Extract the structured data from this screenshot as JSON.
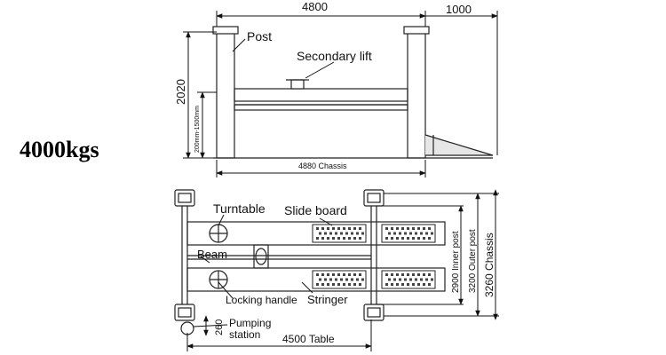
{
  "capacity": "4000kgs",
  "side_view": {
    "width_top": "4800",
    "extra_top": "1000",
    "height": "2020",
    "lift_range": "200mm-1500mm",
    "post_label": "Post",
    "secondary_lift_label": "Secondary lift",
    "chassis_label": "4880 Chassis"
  },
  "top_view": {
    "turntable_label": "Turntable",
    "slide_board_label": "Slide board",
    "beam_label": "Beam",
    "locking_handle_label": "Locking handle",
    "stringer_label": "Stringer",
    "pumping_label_1": "Pumping",
    "pumping_label_2": "station",
    "pump_dim": "260",
    "table_label": "4500 Table",
    "inner_post_label": "2900 Inner post",
    "outer_post_label": "3200 Outer post",
    "chassis_label": "3260 Chassis"
  }
}
